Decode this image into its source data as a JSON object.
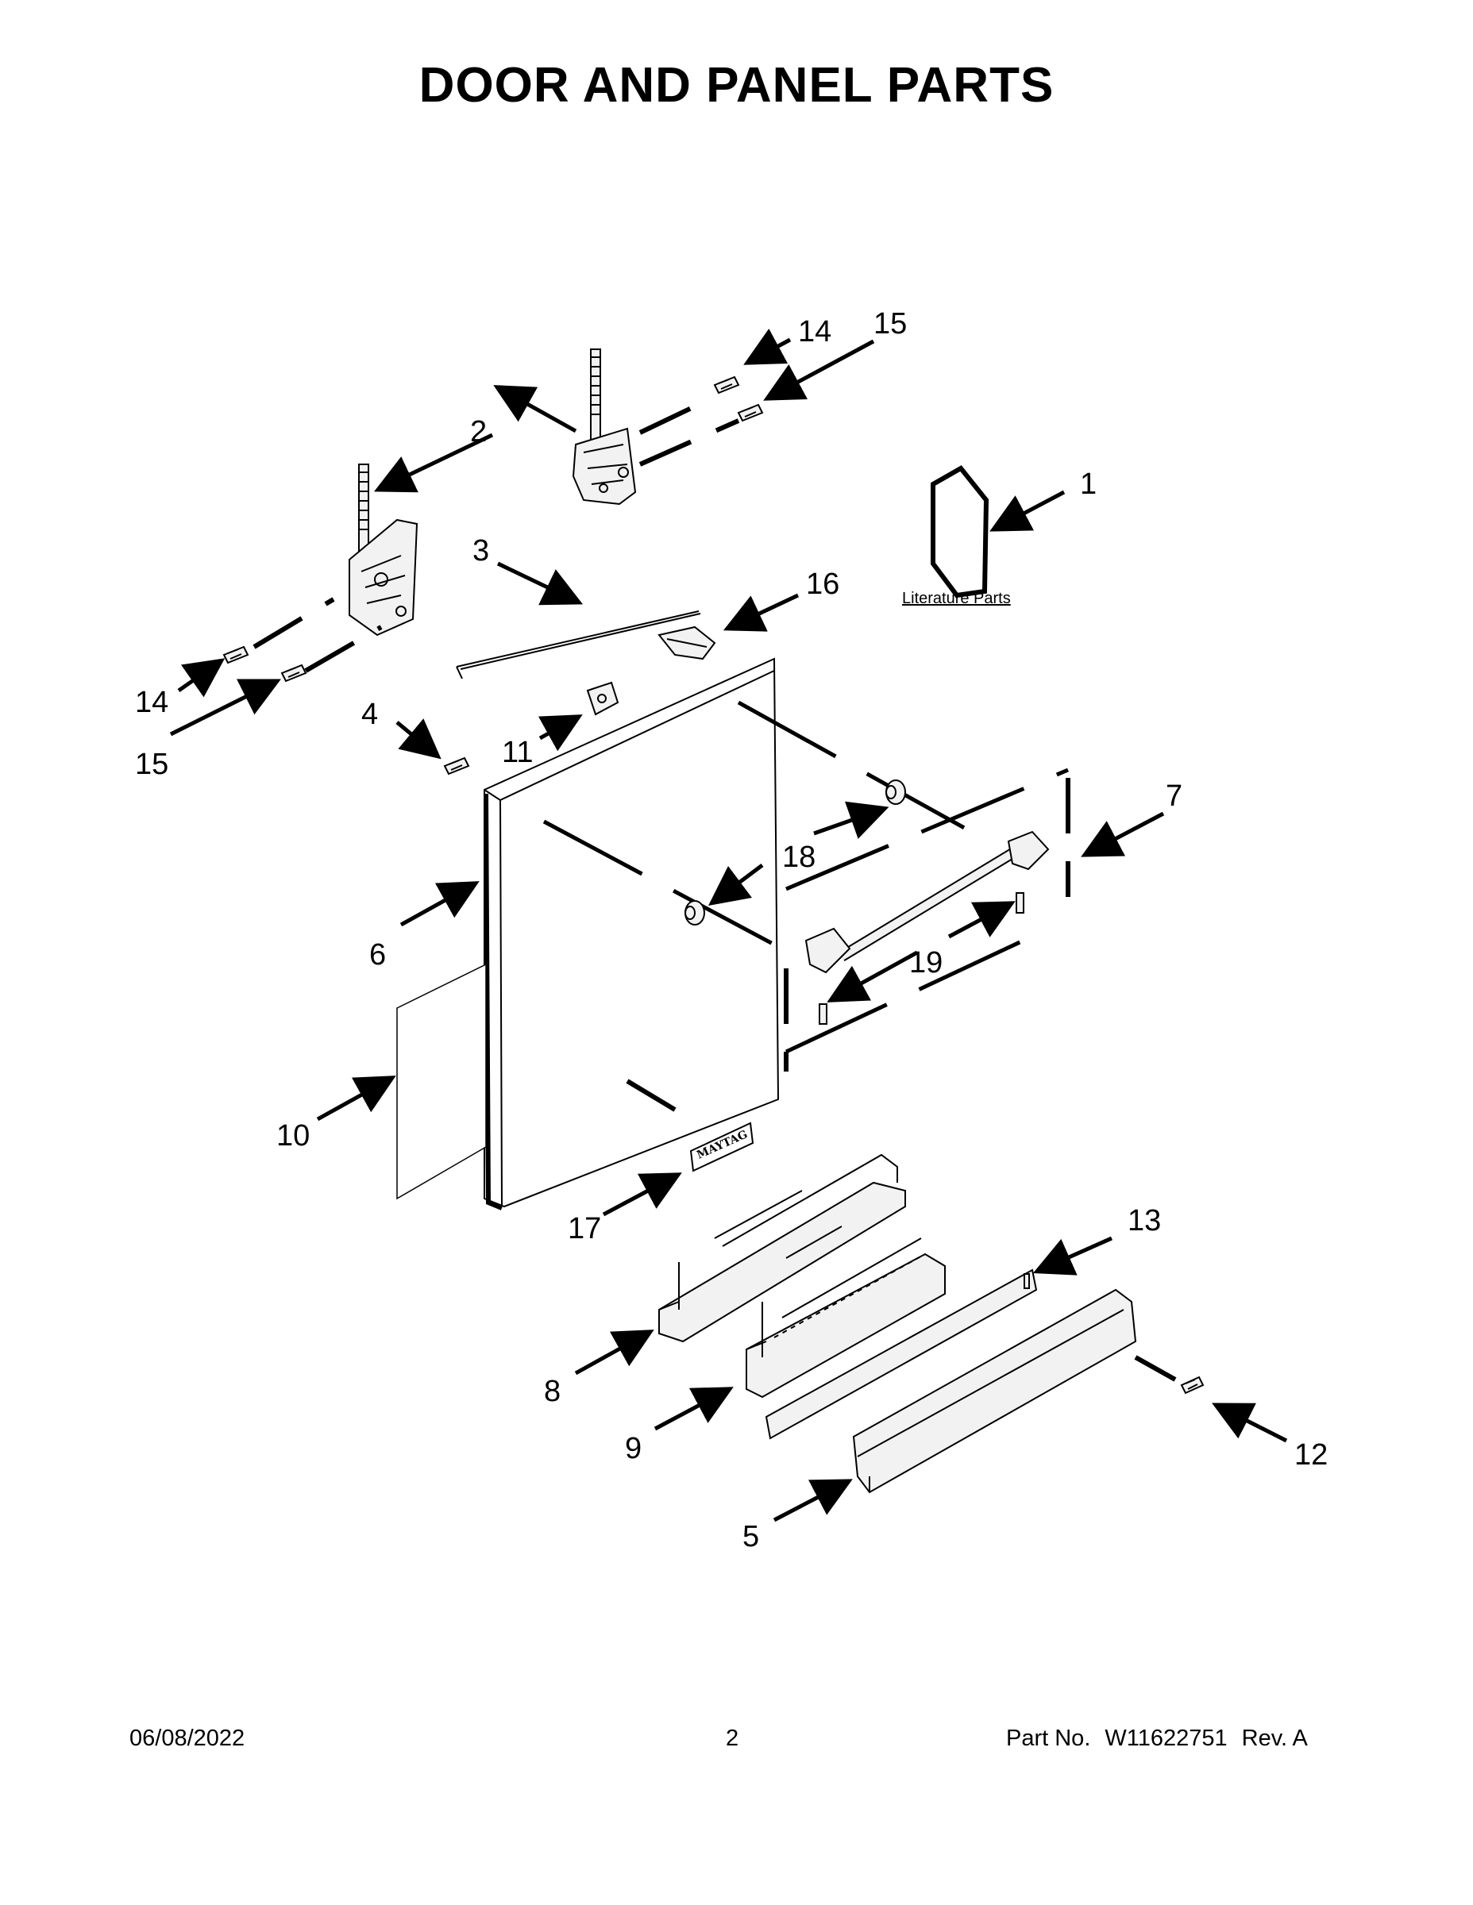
{
  "title": "DOOR AND PANEL PARTS",
  "literature_label": "Literature Parts",
  "callouts": {
    "c1": "1",
    "c2": "2",
    "c3": "3",
    "c4": "4",
    "c5": "5",
    "c6": "6",
    "c7": "7",
    "c8": "8",
    "c9": "9",
    "c10": "10",
    "c11": "11",
    "c12": "12",
    "c13": "13",
    "c14a": "14",
    "c14b": "14",
    "c15a": "15",
    "c15b": "15",
    "c16": "16",
    "c17": "17",
    "c18": "18",
    "c19": "19"
  },
  "badge_text": "MAYTAG",
  "footer": {
    "date": "06/08/2022",
    "page": "2",
    "part_label": "Part No.",
    "part_no": "W11622751",
    "rev": "Rev.  A"
  }
}
